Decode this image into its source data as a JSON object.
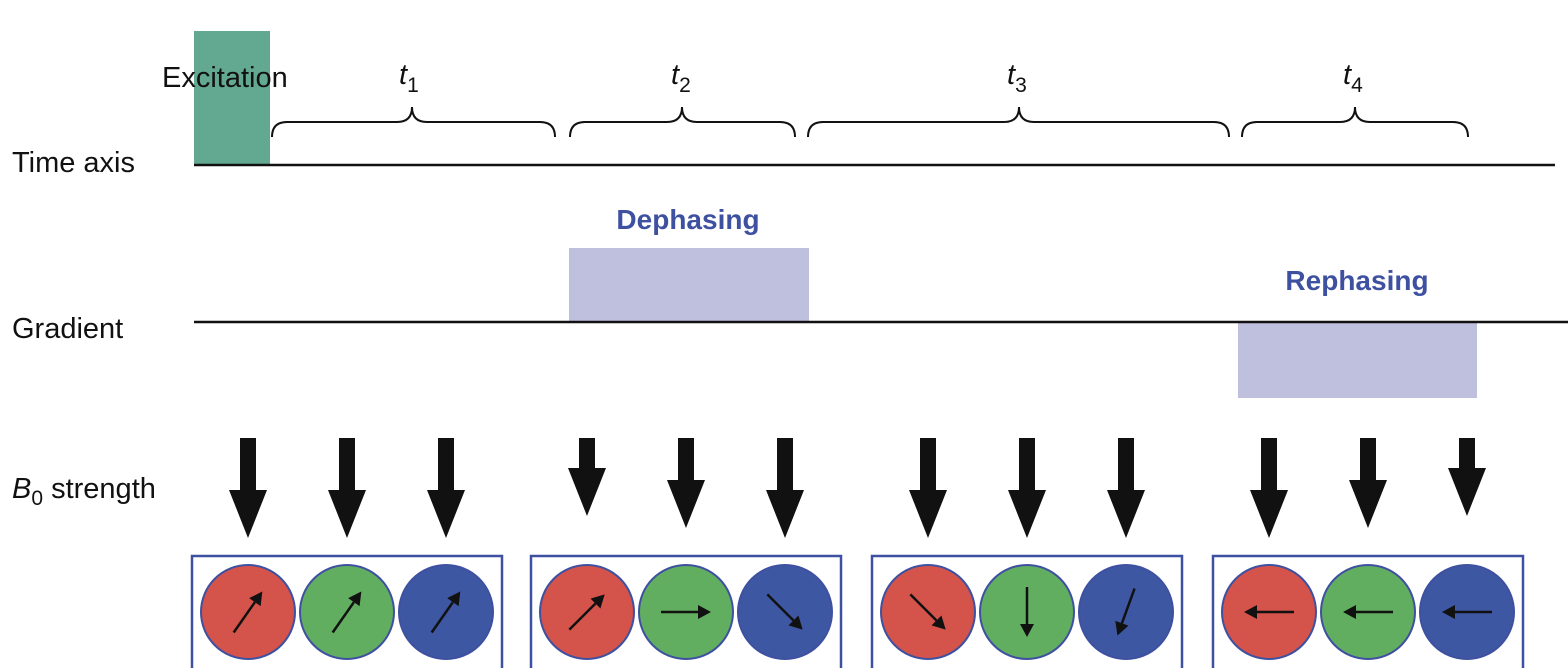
{
  "labels": {
    "time_axis": "Time axis",
    "gradient": "Gradient",
    "b0_main": "B",
    "b0_sub": "0",
    "b0_rest": " strength",
    "excitation": "Excitation"
  },
  "intervals": [
    {
      "main": "t",
      "sub": "1"
    },
    {
      "main": "t",
      "sub": "2"
    },
    {
      "main": "t",
      "sub": "3"
    },
    {
      "main": "t",
      "sub": "4"
    }
  ],
  "gradients": {
    "dephasing": "Dephasing",
    "rephasing": "Rephasing"
  },
  "colors": {
    "excitation": "#63a992",
    "gradient_block": "#bfc0dd",
    "gradient_text": "#3e50a0",
    "box_border": "#3e50a0",
    "spin_red": "#d4534a",
    "spin_green": "#62ae60",
    "spin_blue": "#3e57a2",
    "arrow": "#111111"
  },
  "spin_groups": [
    {
      "spins": [
        {
          "color": "red",
          "angle_deg": 35
        },
        {
          "color": "green",
          "angle_deg": 35
        },
        {
          "color": "blue",
          "angle_deg": 35
        }
      ]
    },
    {
      "spins": [
        {
          "color": "red",
          "angle_deg": 45
        },
        {
          "color": "green",
          "angle_deg": 90
        },
        {
          "color": "blue",
          "angle_deg": 135
        }
      ]
    },
    {
      "spins": [
        {
          "color": "red",
          "angle_deg": 135
        },
        {
          "color": "green",
          "angle_deg": 180
        },
        {
          "color": "blue",
          "angle_deg": 200
        }
      ]
    },
    {
      "spins": [
        {
          "color": "red",
          "angle_deg": 270
        },
        {
          "color": "green",
          "angle_deg": 270
        },
        {
          "color": "blue",
          "angle_deg": 270
        }
      ]
    }
  ],
  "b0_strength_levels": [
    [
      3,
      3,
      3
    ],
    [
      1,
      2,
      3
    ],
    [
      3,
      3,
      3
    ],
    [
      3,
      2,
      1
    ]
  ]
}
